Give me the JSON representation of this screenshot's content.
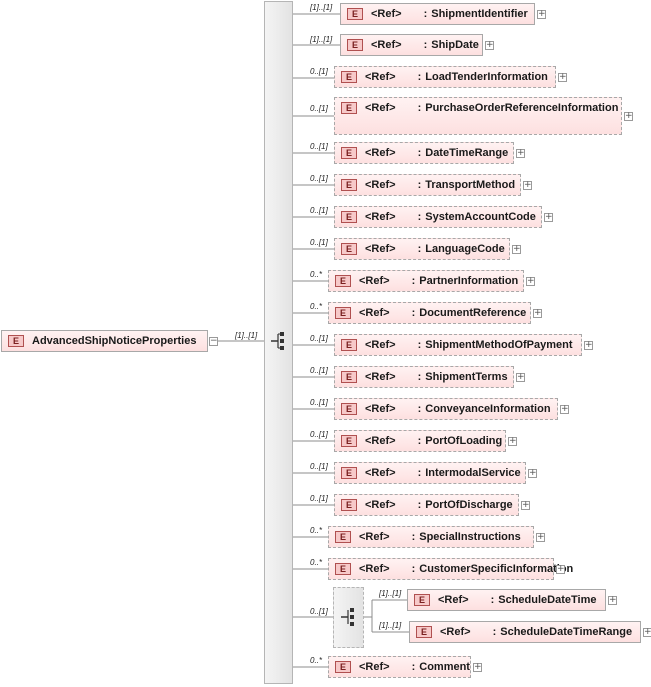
{
  "ref_label": "<Ref>",
  "colon": ":",
  "root": {
    "badge": "E",
    "name": "AdvancedShipNoticeProperties",
    "collapse": "−",
    "cardinality": "[1]..[1]"
  },
  "children": [
    {
      "card": "[1]..[1]",
      "badge": "E",
      "name": "ShipmentIdentifier",
      "expand": "+"
    },
    {
      "card": "[1]..[1]",
      "badge": "E",
      "name": "ShipDate",
      "expand": "+"
    },
    {
      "card": "0..[1]",
      "badge": "E",
      "name": "LoadTenderInformation",
      "expand": "+"
    },
    {
      "card": "0..[1]",
      "badge": "E",
      "name": "PurchaseOrderReferenceInformation",
      "expand": "+"
    },
    {
      "card": "0..[1]",
      "badge": "E",
      "name": "DateTimeRange",
      "expand": "+"
    },
    {
      "card": "0..[1]",
      "badge": "E",
      "name": "TransportMethod",
      "expand": "+"
    },
    {
      "card": "0..[1]",
      "badge": "E",
      "name": "SystemAccountCode",
      "expand": "+"
    },
    {
      "card": "0..[1]",
      "badge": "E",
      "name": "LanguageCode",
      "expand": "+"
    },
    {
      "card": "0..*",
      "badge": "E",
      "name": "PartnerInformation",
      "expand": "+"
    },
    {
      "card": "0..*",
      "badge": "E",
      "name": "DocumentReference",
      "expand": "+"
    },
    {
      "card": "0..[1]",
      "badge": "E",
      "name": "ShipmentMethodOfPayment",
      "expand": "+"
    },
    {
      "card": "0..[1]",
      "badge": "E",
      "name": "ShipmentTerms",
      "expand": "+"
    },
    {
      "card": "0..[1]",
      "badge": "E",
      "name": "ConveyanceInformation",
      "expand": "+"
    },
    {
      "card": "0..[1]",
      "badge": "E",
      "name": "PortOfLoading",
      "expand": "+"
    },
    {
      "card": "0..[1]",
      "badge": "E",
      "name": "IntermodalService",
      "expand": "+"
    },
    {
      "card": "0..[1]",
      "badge": "E",
      "name": "PortOfDischarge",
      "expand": "+"
    },
    {
      "card": "0..*",
      "badge": "E",
      "name": "SpecialInstructions",
      "expand": "+"
    },
    {
      "card": "0..*",
      "badge": "E",
      "name": "CustomerSpecificInformation",
      "expand": "+"
    },
    {
      "card": "0..*",
      "badge": "E",
      "name": "Comment",
      "expand": "+"
    }
  ],
  "schedule_group": {
    "card": "0..[1]",
    "items": [
      {
        "card": "[1]..[1]",
        "badge": "E",
        "name": "ScheduleDateTime",
        "expand": "+"
      },
      {
        "card": "[1]..[1]",
        "badge": "E",
        "name": "ScheduleDateTimeRange",
        "expand": "+"
      }
    ]
  }
}
